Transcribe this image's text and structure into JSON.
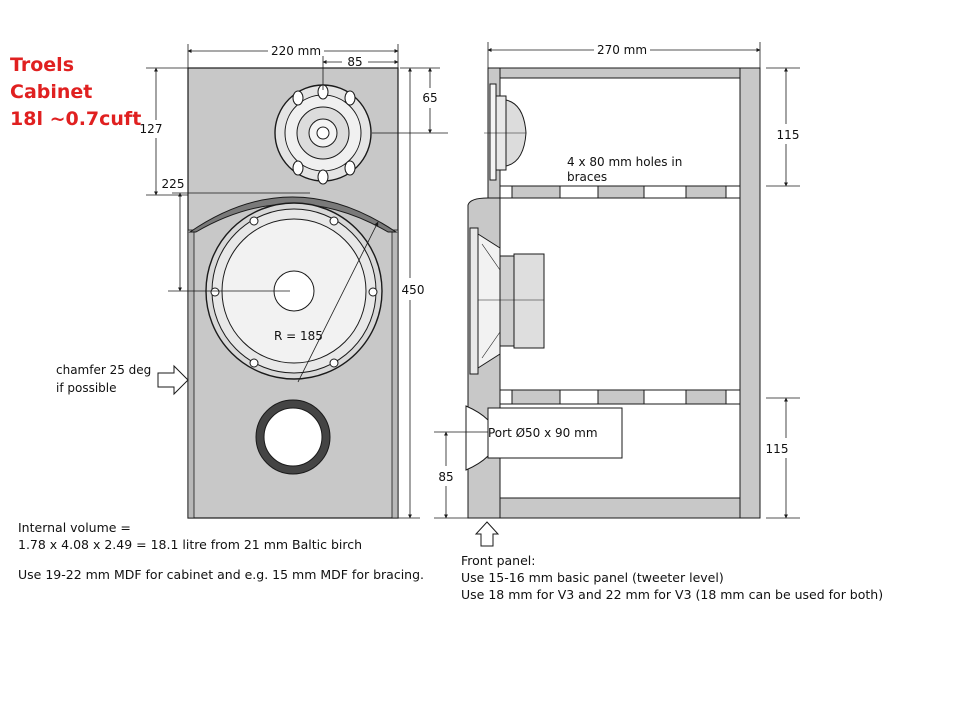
{
  "title": {
    "line1": "Troels",
    "line2": "Cabinet",
    "line3": "18l ~0.7cuft",
    "color": "#e02020"
  },
  "front_view": {
    "width_label": "220 mm",
    "tweeter_offset_label": "85",
    "tweeter_height_label": "65",
    "dim_127": "127",
    "dim_225": "225",
    "height_label": "450",
    "radius_label": "R = 185",
    "chamfer_line1": "chamfer 25 deg",
    "chamfer_line2": "if possible"
  },
  "side_view": {
    "depth_label": "270 mm",
    "dim_top": "115",
    "dim_bottom": "115",
    "port_height": "85",
    "holes_line1": "4 x 80 mm holes in",
    "holes_line2": "braces",
    "port_label": "Port Ø50 x 90 mm"
  },
  "notes": {
    "volume_line1": "Internal volume =",
    "volume_line2": "1.78 x 4.08 x 2.49 = 18.1 litre from 21 mm Baltic birch",
    "mdf": "Use 19-22 mm MDF for cabinet and e.g. 15 mm MDF for bracing.",
    "front_panel_title": "Front panel:",
    "front_panel_1": "Use 15-16 mm basic panel (tweeter level)",
    "front_panel_2": "Use 18 mm for V3 and 22 mm for V3 (18 mm can be used for both)"
  },
  "colors": {
    "panel_fill": "#c8c8c8",
    "line": "#1a1a1a"
  }
}
